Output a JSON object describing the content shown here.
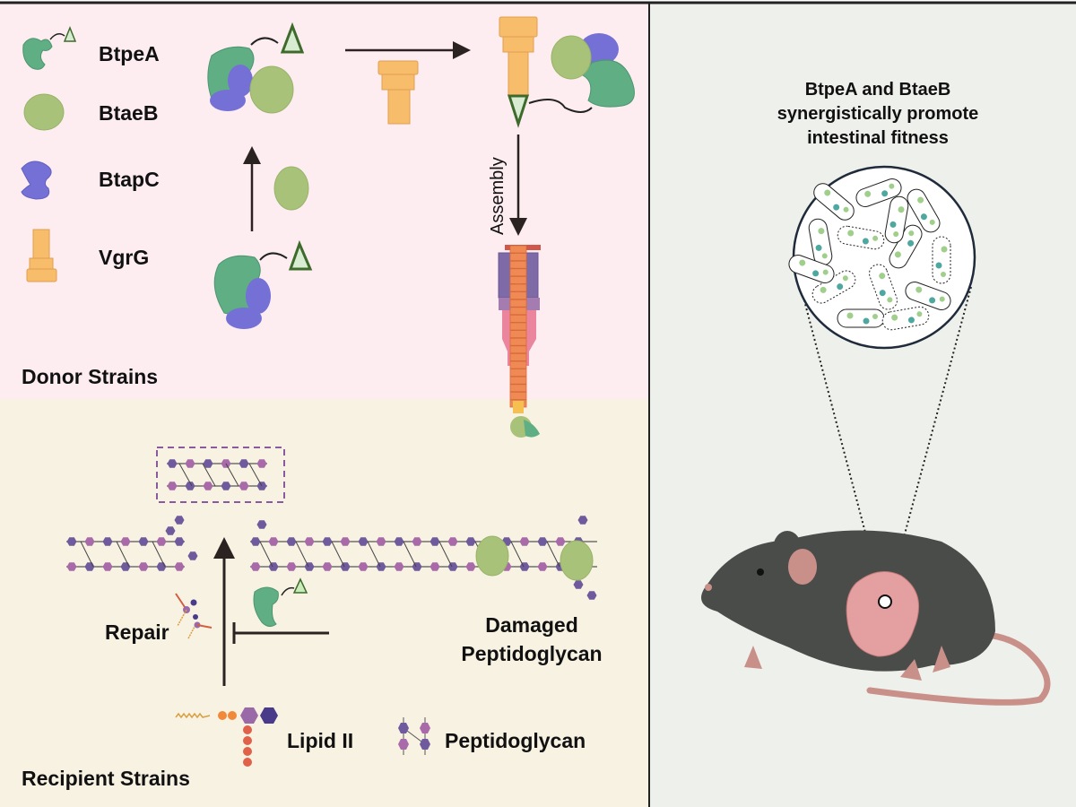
{
  "legend": {
    "btpea": "BtpeA",
    "btaeb": "BtaeB",
    "btapc": "BtapC",
    "vgrg": "VgrG"
  },
  "donor": {
    "title": "Donor Strains",
    "assembly_label": "Assembly"
  },
  "recipient": {
    "title": "Recipient Strains",
    "repair_label": "Repair",
    "damaged_label_line1": "Damaged",
    "damaged_label_line2": "Peptidoglycan",
    "lipid_label": "Lipid II",
    "peptidoglycan_label": "Peptidoglycan"
  },
  "right_panel": {
    "title_line1": "BtpeA and BtaeB",
    "title_line2": "synergistically promote",
    "title_line3": "intestinal fitness"
  },
  "colors": {
    "donor_bg": "#fdedf1",
    "recipient_bg": "#f8f2e3",
    "right_bg": "#eef0ec",
    "btpea": "#5fae84",
    "btaeb": "#a9c27a",
    "btapc": "#7470d6",
    "vgrg": "#f8bd6b",
    "pg_purple": "#6e5a9c",
    "pg_pink": "#a86aa8"
  }
}
